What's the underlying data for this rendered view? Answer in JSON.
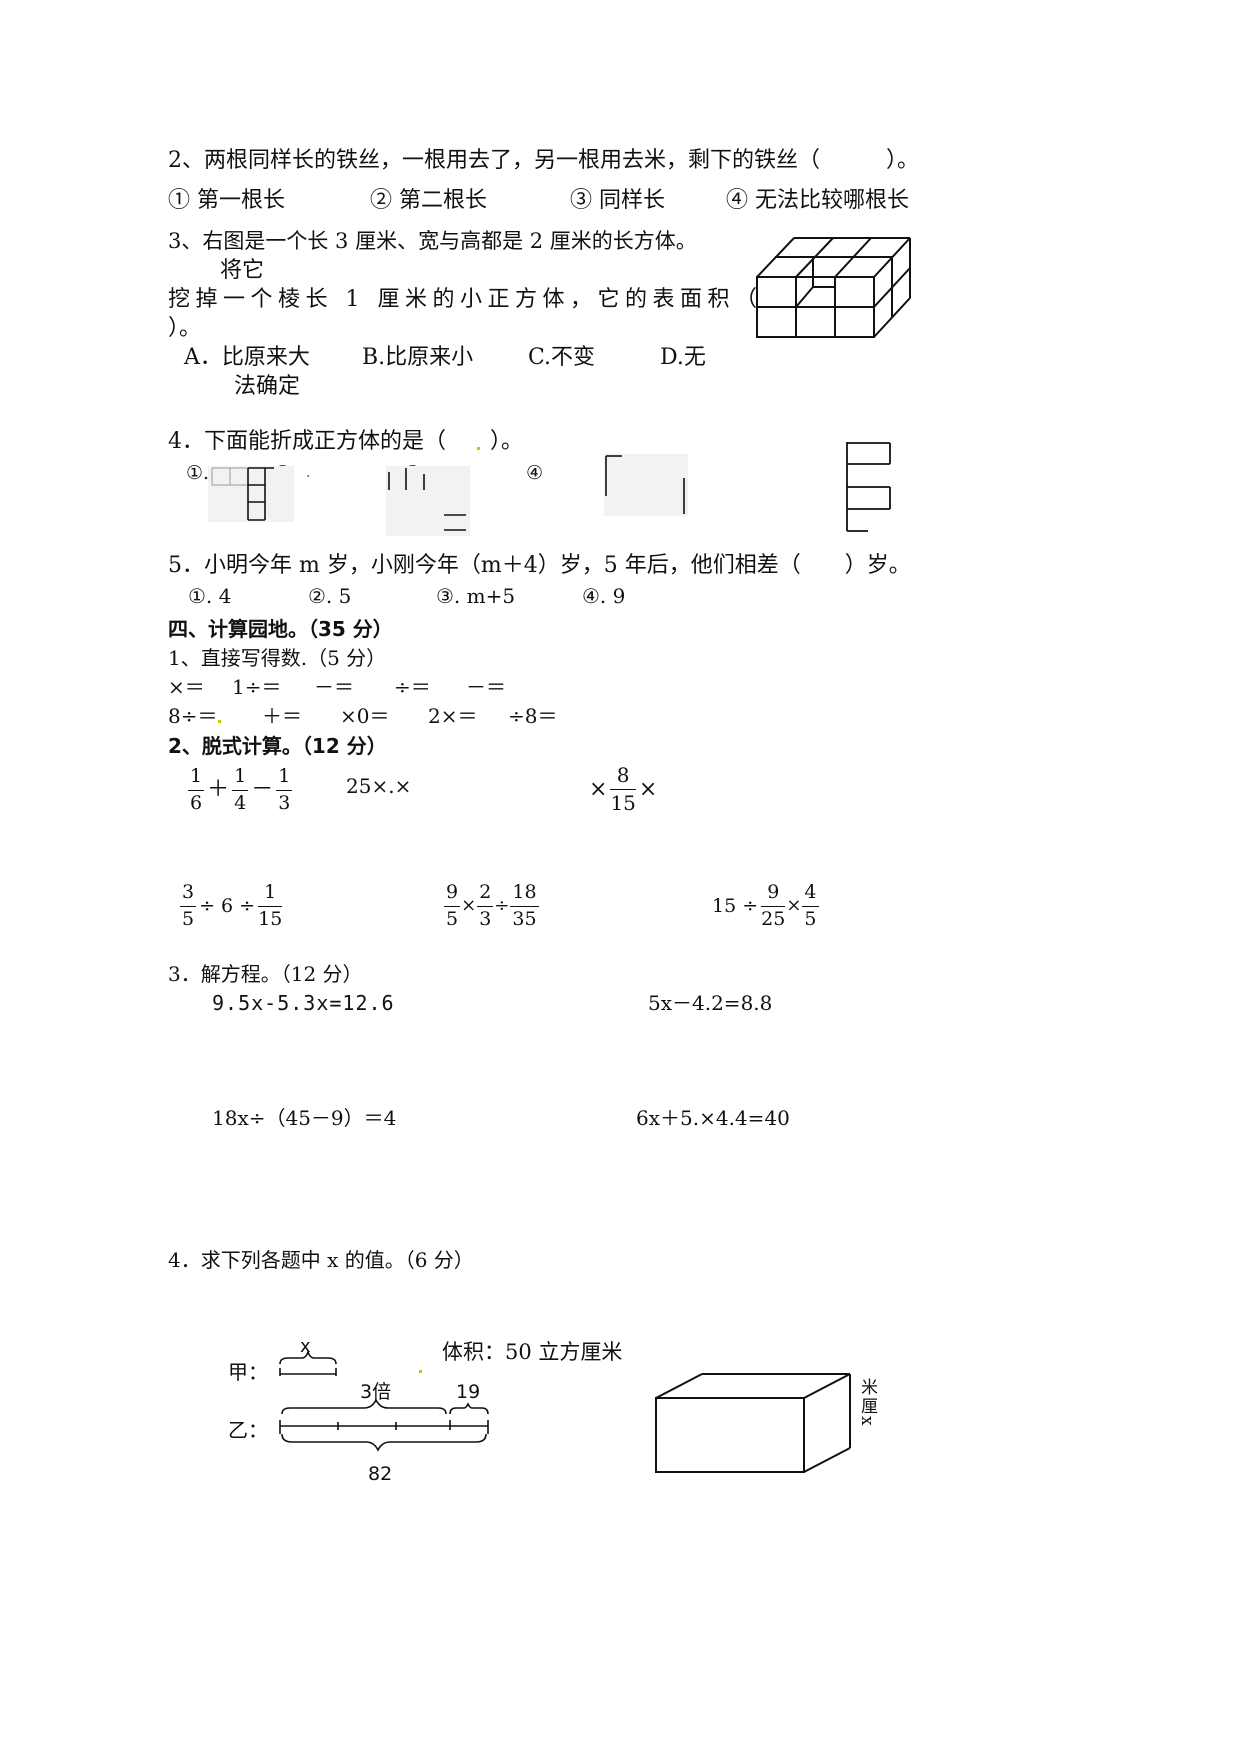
{
  "q2": {
    "stem": "2、两根同样长的铁丝，一根用去了，另一根用去米，剩下的铁丝（　　　）。",
    "options": [
      "① 第一根长",
      "② 第二根长",
      "③ 同样长",
      "④ 无法比较哪根长"
    ]
  },
  "q3": {
    "line1": "3、右图是一个长 3 厘米、宽与高都是 2 厘米的长方体。",
    "line2": "将它",
    "line3": "挖掉一个棱长 1 厘米的小正方体，它的表面积（",
    "line4": "）。",
    "opt_a": "A．比原来大",
    "opt_b": "B.比原来小",
    "opt_c": "C.不变",
    "opt_d1": "D.无",
    "opt_d2": "法确定"
  },
  "q4": {
    "stem": "4．下面能折成正方体的是（　　）。",
    "labels": [
      "①.",
      "②",
      "③",
      "④"
    ]
  },
  "q5": {
    "stem": "5．小明今年 m 岁，小刚今年（m＋4）岁，5 年后，他们相差（　　）岁。",
    "options": [
      "①. 4",
      "②. 5",
      "③. m+5",
      "④. 9"
    ]
  },
  "section4": {
    "title": "四、计算园地。（35 分）",
    "p1_title": "1、直接写得数.（5 分）",
    "p1_row1": [
      "×＝",
      "1÷＝",
      "－＝",
      "÷＝",
      "－＝"
    ],
    "p1_row2": [
      "8÷＝",
      "＋＝",
      "×0＝",
      "2×＝",
      "÷8＝"
    ],
    "p2_title": "2、脱式计算。（12 分）",
    "e1": {
      "f1n": "1",
      "f1d": "6",
      "op1": "＋",
      "f2n": "1",
      "f2d": "4",
      "op2": "－",
      "f3n": "1",
      "f3d": "3"
    },
    "e2": "25×.×",
    "e3": {
      "pre": "×",
      "fn": "8",
      "fd": "15",
      "post": "×"
    },
    "e4": {
      "f1n": "3",
      "f1d": "5",
      "mid": "÷ 6 ÷",
      "f2n": "1",
      "f2d": "15"
    },
    "e5": {
      "f1n": "9",
      "f1d": "5",
      "op1": "×",
      "f2n": "2",
      "f2d": "3",
      "op2": "÷",
      "f3n": "18",
      "f3d": "35"
    },
    "e6": {
      "pre": "15 ÷",
      "f1n": "9",
      "f1d": "25",
      "op1": "×",
      "f2n": "4",
      "f2d": "5"
    },
    "p3_title": "3．解方程。（12 分）",
    "eq1": "9.5x-5.3x=12.6",
    "eq2": "5x－4.2=8.8",
    "eq3": "18x÷（45－9）＝4",
    "eq4": "6x＋5.×4.4=40",
    "p4_title": "4．求下列各题中 x 的值。（6 分）",
    "fig_jia": "甲：",
    "fig_yi": "乙：",
    "fig_x": "x",
    "fig_3bei": "3倍",
    "fig_19": "19",
    "fig_82": "82",
    "volume": "体积：50 立方厘米",
    "box_side": "米厘x"
  }
}
